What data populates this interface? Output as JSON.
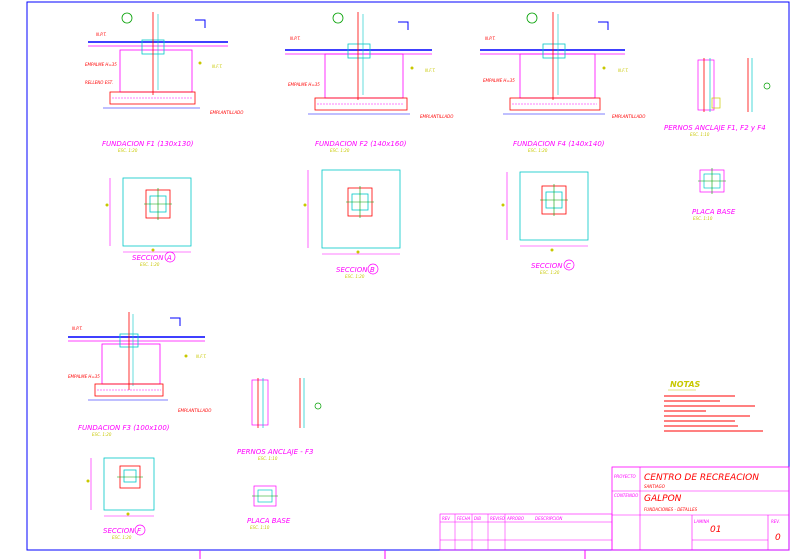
{
  "colors": {
    "frame": "#0000ff",
    "outline": "#ff00ff",
    "cyan": "#00c8c8",
    "red": "#ff0000",
    "yellow": "#c8c800",
    "green": "#00a000"
  },
  "foundations": [
    {
      "title": "FUNDACION  F1 (130x130)",
      "scale": "ESC. 1:20",
      "section": "SECCION",
      "section_letter": "A",
      "section_scale": "ESC. 1:20"
    },
    {
      "title": "FUNDACION  F2 (140x160)",
      "scale": "ESC. 1:20",
      "section": "SECCION",
      "section_letter": "B",
      "section_scale": "ESC. 1:20"
    },
    {
      "title": "FUNDACION  F4 (140x140)",
      "scale": "ESC. 1:20",
      "section": "SECCION",
      "section_letter": "C",
      "section_scale": "ESC. 1:20"
    },
    {
      "title": "FUNDACION  F3 (100x100)",
      "scale": "ESC. 1:20",
      "section": "SECCION",
      "section_letter": "F",
      "section_scale": "ESC. 1:20"
    }
  ],
  "details": {
    "pernos_top": "PERNOS ANCLAJE  F1, F2 y F4",
    "pernos_top_scale": "ESC. 1:10",
    "placa_top": "PLACA BASE",
    "placa_top_scale": "ESC. 1:10",
    "pernos_bottom": "PERNOS ANCLAJE  -  F3",
    "pernos_bottom_scale": "ESC. 1:10",
    "placa_bottom": "PLACA BASE",
    "placa_bottom_scale": "ESC. 1:10"
  },
  "notes": {
    "title": "NOTAS"
  },
  "title_block": {
    "proyecto_label": "PROYECTO",
    "proyecto": "CENTRO DE RECREACION",
    "proyecto_sub": "SANTIAGO",
    "contenido_label": "CONTENIDO",
    "contenido": "GALPON",
    "contenido_sub": "FUNDACIONES  -  DETALLES",
    "sheet_label": "LAMINA",
    "sheet": "01",
    "rev_label": "REV.",
    "rev": "0",
    "descripcion_label": "DESCRIPCION",
    "rev_table_headers": [
      "REV",
      "FECHA",
      "DIB",
      "REVISO",
      "APROBO"
    ]
  }
}
